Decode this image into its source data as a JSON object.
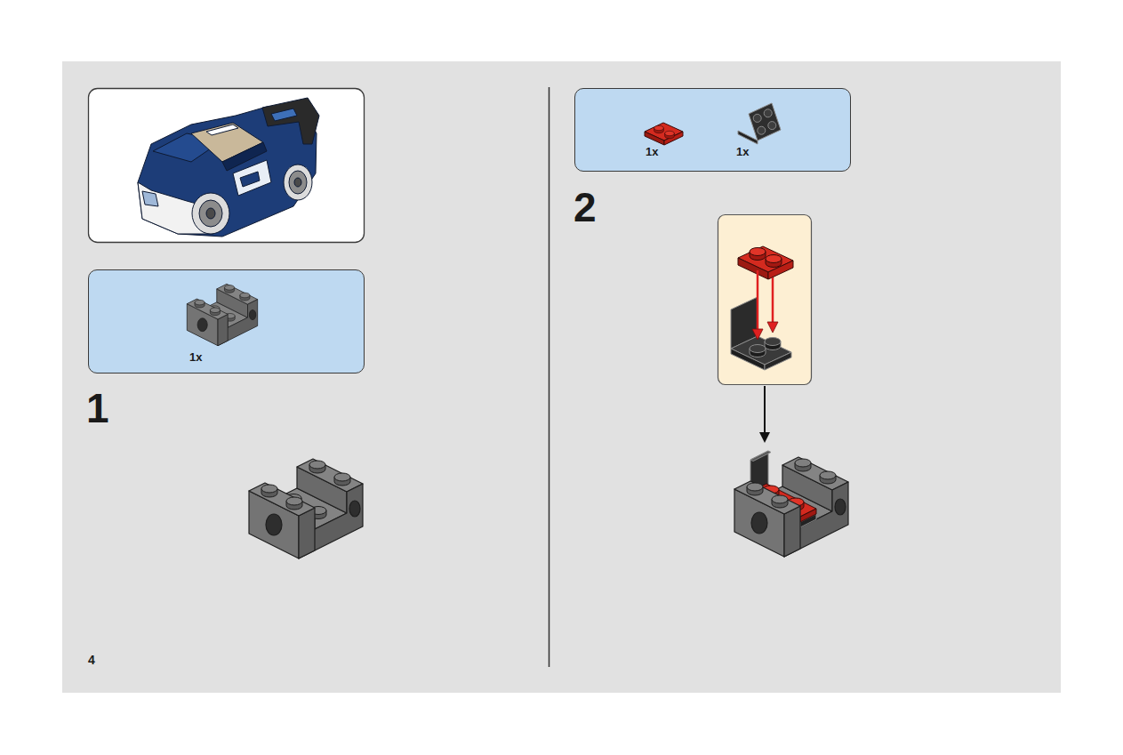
{
  "diagram": {
    "nodes": [
      {
        "text": [
          "1x"
        ]
      },
      {
        "text": [
          "1x",
          "1x"
        ]
      }
    ],
    "labels": [
      "1",
      "2",
      "4"
    ]
  }
}
